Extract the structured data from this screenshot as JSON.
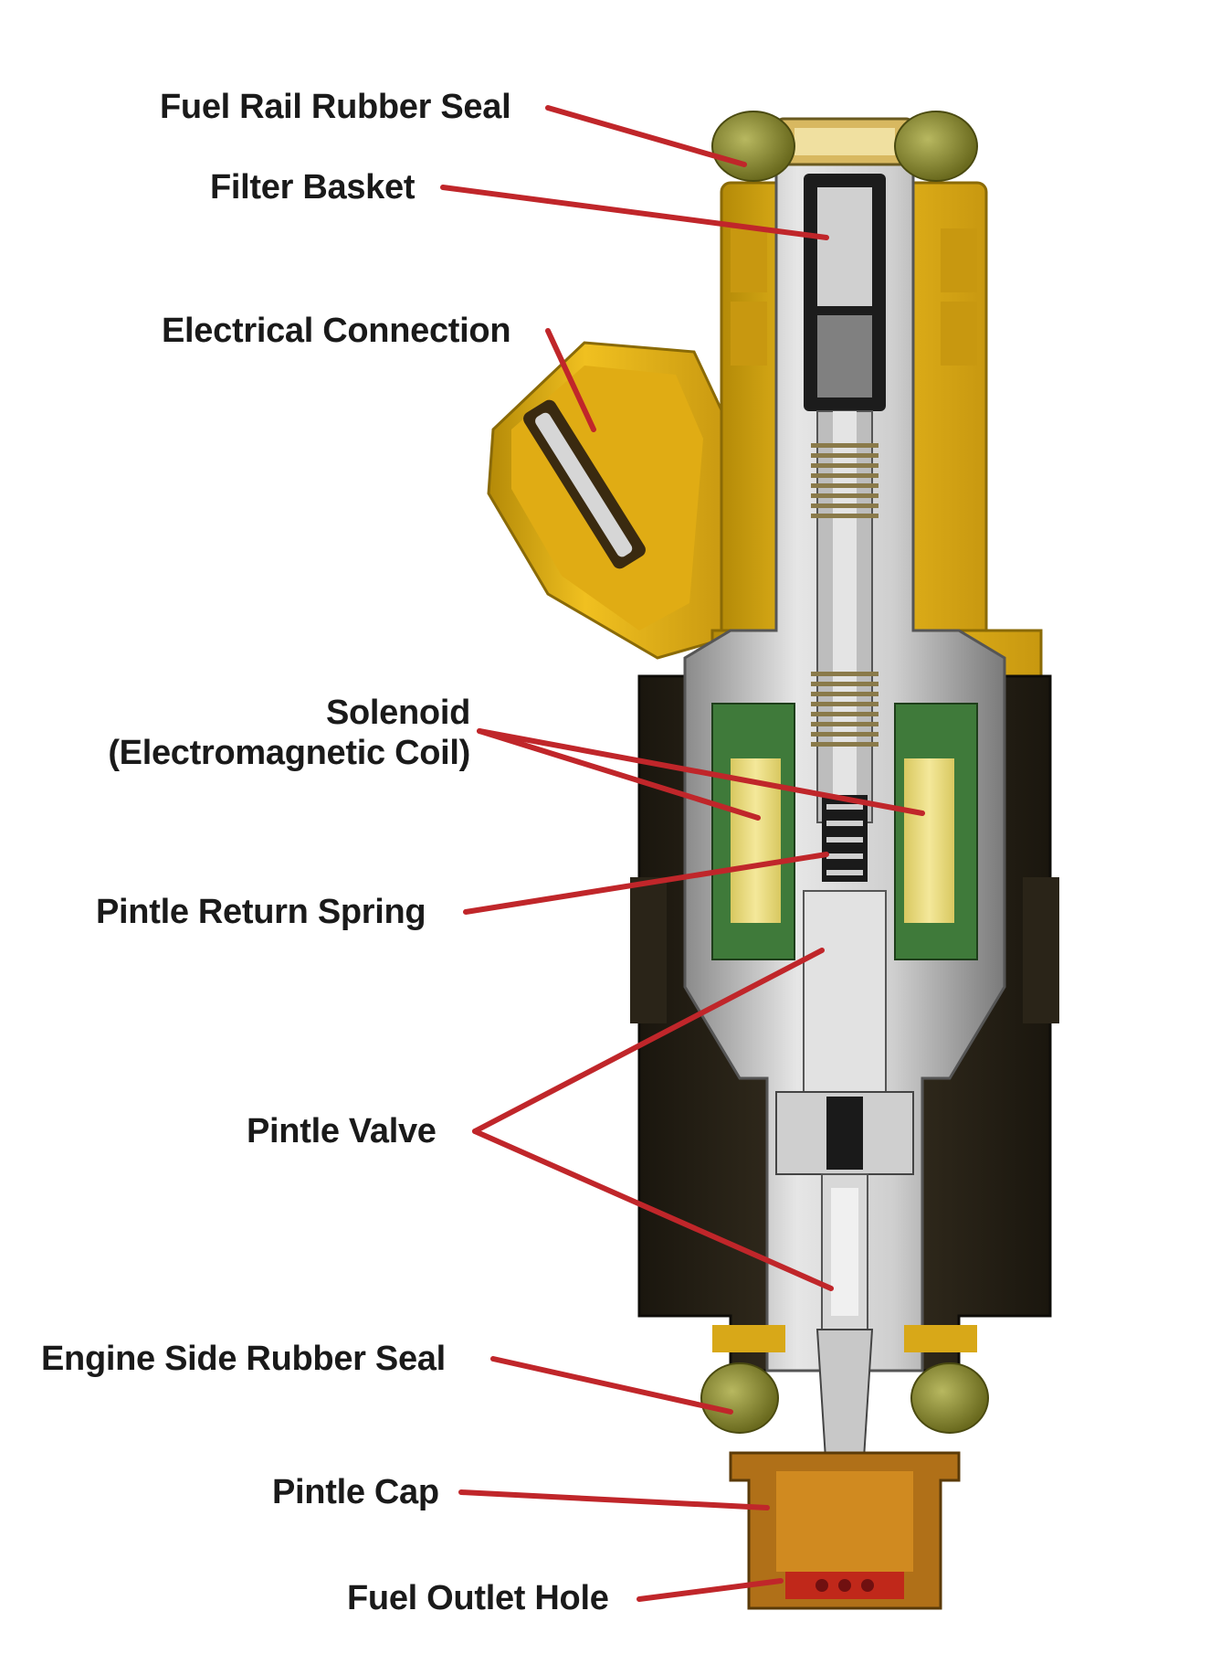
{
  "labels": {
    "fuel_rail_rubber_seal": "Fuel Rail Rubber Seal",
    "filter_basket": "Filter Basket",
    "electrical_connection": "Electrical Connection",
    "solenoid_line1": "Solenoid",
    "solenoid_line2": "(Electromagnetic Coil)",
    "pintle_return_spring": "Pintle Return Spring",
    "pintle_valve": "Pintle Valve",
    "engine_side_rubber_seal": "Engine Side Rubber Seal",
    "pintle_cap": "Pintle Cap",
    "fuel_outlet_hole": "Fuel Outlet Hole"
  },
  "colors": {
    "leader_line": "#c0262a",
    "housing_yellow": "#e6b418",
    "housing_shadow": "#a8800a",
    "seal_olive": "#8a8a2a",
    "steel": "#c9c9c9",
    "steel_dark": "#6d6d6d",
    "coil_green": "#3f7a3a",
    "coil_core": "#e8d77a",
    "cap_brown": "#b07018",
    "dark_body": "#2a2418"
  }
}
